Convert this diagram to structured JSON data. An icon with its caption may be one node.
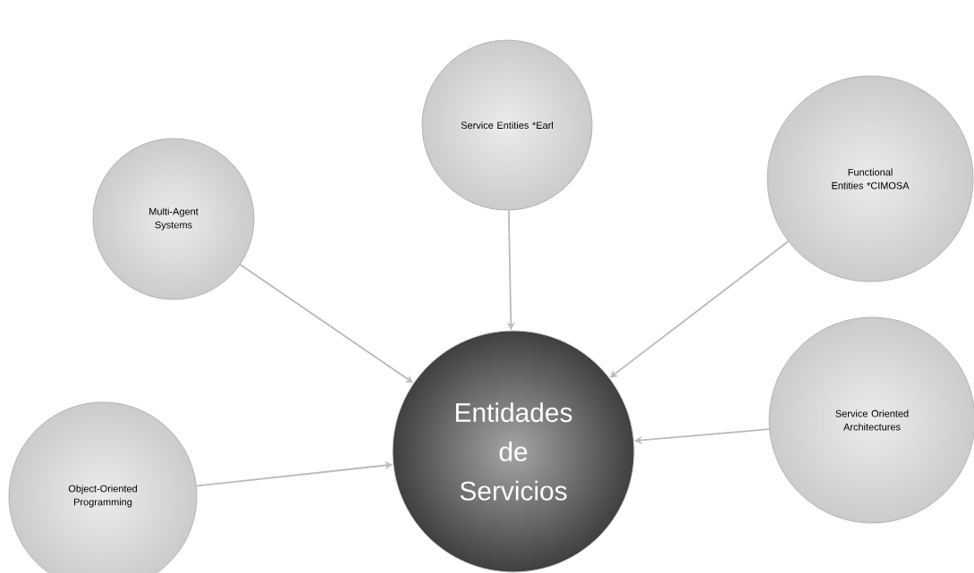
{
  "diagram": {
    "nodes": [
      {
        "text": [
          "Service Entities *Earl"
        ]
      },
      {
        "text": [
          "Multi-Agent Systems"
        ]
      },
      {
        "text": [
          "Functional Entities *CIMOSA"
        ]
      },
      {
        "text": [
          "Service Oriented Architectures"
        ]
      },
      {
        "text": [
          "Entidades de Servicios"
        ]
      },
      {
        "text": [
          "Object-Oriented Programming"
        ]
      }
    ],
    "edges": [
      {
        "from": 0,
        "to": 4,
        "arrow": "to"
      },
      {
        "from": 1,
        "to": 4,
        "arrow": "to"
      },
      {
        "from": 2,
        "to": 4,
        "arrow": "to"
      },
      {
        "from": 3,
        "to": 4,
        "arrow": "to"
      },
      {
        "from": 5,
        "to": 4,
        "arrow": "to"
      }
    ]
  }
}
